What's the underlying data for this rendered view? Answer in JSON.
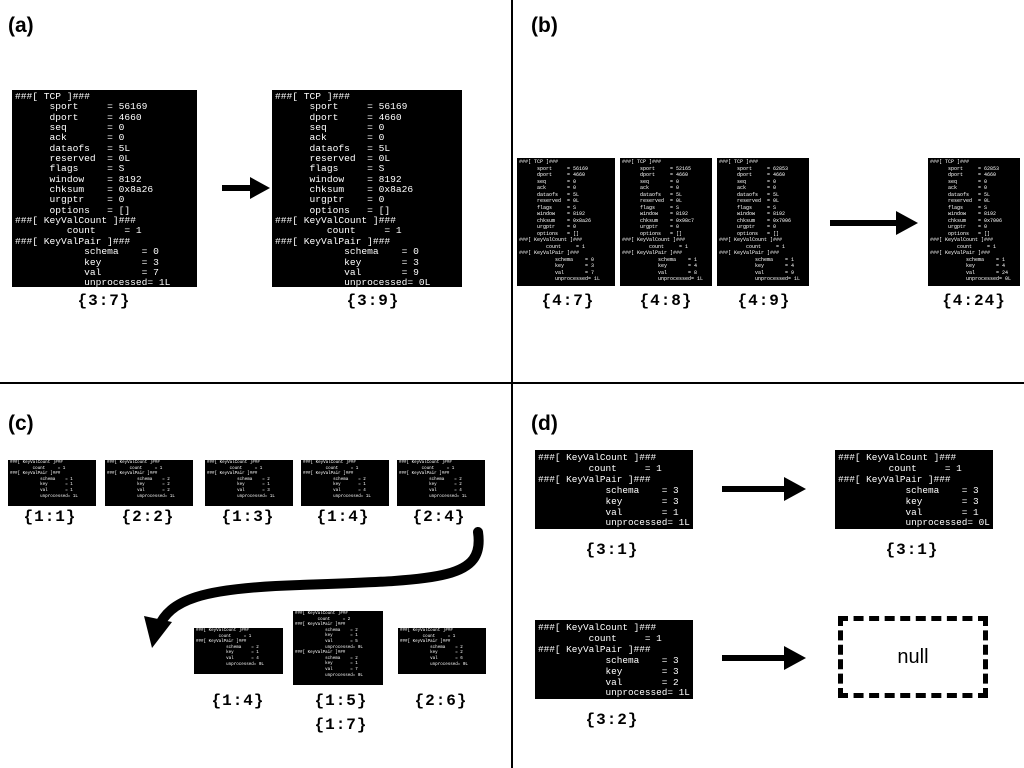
{
  "panels": {
    "a": {
      "label": "(a)"
    },
    "b": {
      "label": "(b)"
    },
    "c": {
      "label": "(c)"
    },
    "d": {
      "label": "(d)"
    }
  },
  "terminals": {
    "a_left": "###[ TCP ]###\n      sport     = 56169\n      dport     = 4660\n      seq       = 0\n      ack       = 0\n      dataofs   = 5L\n      reserved  = 0L\n      flags     = S\n      window    = 8192\n      chksum    = 0x8a26\n      urgptr    = 0\n      options   = []\n###[ KeyValCount ]###\n         count     = 1\n###[ KeyValPair ]###\n            schema    = 0\n            key       = 3\n            val       = 7\n            unprocessed= 1L",
    "a_right": "###[ TCP ]###\n      sport     = 56169\n      dport     = 4660\n      seq       = 0\n      ack       = 0\n      dataofs   = 5L\n      reserved  = 0L\n      flags     = S\n      window    = 8192\n      chksum    = 0x8a26\n      urgptr    = 0\n      options   = []\n###[ KeyValCount ]###\n         count     = 1\n###[ KeyValPair ]###\n            schema    = 0\n            key       = 3\n            val       = 9\n            unprocessed= 0L",
    "b_1": "###[ TCP ]###\n      sport     = 56169\n      dport     = 4660\n      seq       = 0\n      ack       = 0\n      dataofs   = 5L\n      reserved  = 0L\n      flags     = S\n      window    = 8192\n      chksum    = 0x8a26\n      urgptr    = 0\n      options   = []\n###[ KeyValCount ]###\n         count     = 1\n###[ KeyValPair ]###\n            schema    = 0\n            key       = 3\n            val       = 7\n            unprocessed= 1L",
    "b_2": "###[ TCP ]###\n      sport     = 52165\n      dport     = 4660\n      seq       = 0\n      ack       = 0\n      dataofs   = 5L\n      reserved  = 0L\n      flags     = S\n      window    = 8192\n      chksum    = 0x98c7\n      urgptr    = 0\n      options   = []\n###[ KeyValCount ]###\n         count     = 1\n###[ KeyValPair ]###\n            schema    = 1\n            key       = 4\n            val       = 8\n            unprocessed= 1L",
    "b_3": "###[ TCP ]###\n      sport     = 62853\n      dport     = 4660\n      seq       = 0\n      ack       = 0\n      dataofs   = 5L\n      reserved  = 0L\n      flags     = S\n      window    = 8192\n      chksum    = 0x7006\n      urgptr    = 0\n      options   = []\n###[ KeyValCount ]###\n         count     = 1\n###[ KeyValPair ]###\n            schema    = 1\n            key       = 4\n            val       = 9\n            unprocessed= 1L",
    "b_out": "###[ TCP ]###\n      sport     = 62853\n      dport     = 4660\n      seq       = 0\n      ack       = 0\n      dataofs   = 5L\n      reserved  = 0L\n      flags     = S\n      window    = 8192\n      chksum    = 0x7006\n      urgptr    = 0\n      options   = []\n###[ KeyValCount ]###\n         count     = 1\n###[ KeyValPair ]###\n            schema    = 1\n            key       = 4\n            val       = 24\n            unprocessed= 0L",
    "c_1": "###[ KeyValCount ]###\n         count     = 1\n###[ KeyValPair ]###\n            schema    = 1\n            key       = 1\n            val       = 1\n            unprocessed= 1L",
    "c_2": "###[ KeyValCount ]###\n         count     = 1\n###[ KeyValPair ]###\n            schema    = 2\n            key       = 2\n            val       = 2\n            unprocessed= 1L",
    "c_3": "###[ KeyValCount ]###\n         count     = 1\n###[ KeyValPair ]###\n            schema    = 2\n            key       = 1\n            val       = 3\n            unprocessed= 1L",
    "c_4": "###[ KeyValCount ]###\n         count     = 1\n###[ KeyValPair ]###\n            schema    = 2\n            key       = 1\n            val       = 4\n            unprocessed= 1L",
    "c_5": "###[ KeyValCount ]###\n         count     = 1\n###[ KeyValPair ]###\n            schema    = 2\n            key       = 2\n            val       = 4\n            unprocessed= 1L",
    "c_6": "###[ KeyValCount ]###\n         count     = 1\n###[ KeyValPair ]###\n            schema    = 2\n            key       = 1\n            val       = 4\n            unprocessed= 0L",
    "c_7": "###[ KeyValCount ]###\n         count     = 2\n###[ KeyValPair ]###\n            schema    = 2\n            key       = 1\n            val       = 5\n            unprocessed= 0L\n###[ KeyValPair ]###\n            schema    = 2\n            key       = 1\n            val       = 7\n            unprocessed= 0L",
    "c_8": "###[ KeyValCount ]###\n         count     = 1\n###[ KeyValPair ]###\n            schema    = 2\n            key       = 2\n            val       = 6\n            unprocessed= 0L",
    "d_1": "###[ KeyValCount ]###\n         count     = 1\n###[ KeyValPair ]###\n            schema    = 3\n            key       = 3\n            val       = 1\n            unprocessed= 1L",
    "d_2": "###[ KeyValCount ]###\n         count     = 1\n###[ KeyValPair ]###\n            schema    = 3\n            key       = 3\n            val       = 1\n            unprocessed= 0L",
    "d_3": "###[ KeyValCount ]###\n         count     = 1\n###[ KeyValPair ]###\n            schema    = 3\n            key       = 3\n            val       = 2\n            unprocessed= 1L"
  },
  "captions": {
    "a_left": "{3:7}",
    "a_right": "{3:9}",
    "b_1": "{4:7}",
    "b_2": "{4:8}",
    "b_3": "{4:9}",
    "b_out": "{4:24}",
    "c_1": "{1:1}",
    "c_2": "{2:2}",
    "c_3": "{1:3}",
    "c_4": "{1:4}",
    "c_5": "{2:4}",
    "c_6": "{1:4}",
    "c_7a": "{1:5}",
    "c_7b": "{1:7}",
    "c_8": "{2:6}",
    "d_1": "{3:1}",
    "d_2": "{3:1}",
    "d_3": "{3:2}"
  },
  "null_label": "null"
}
